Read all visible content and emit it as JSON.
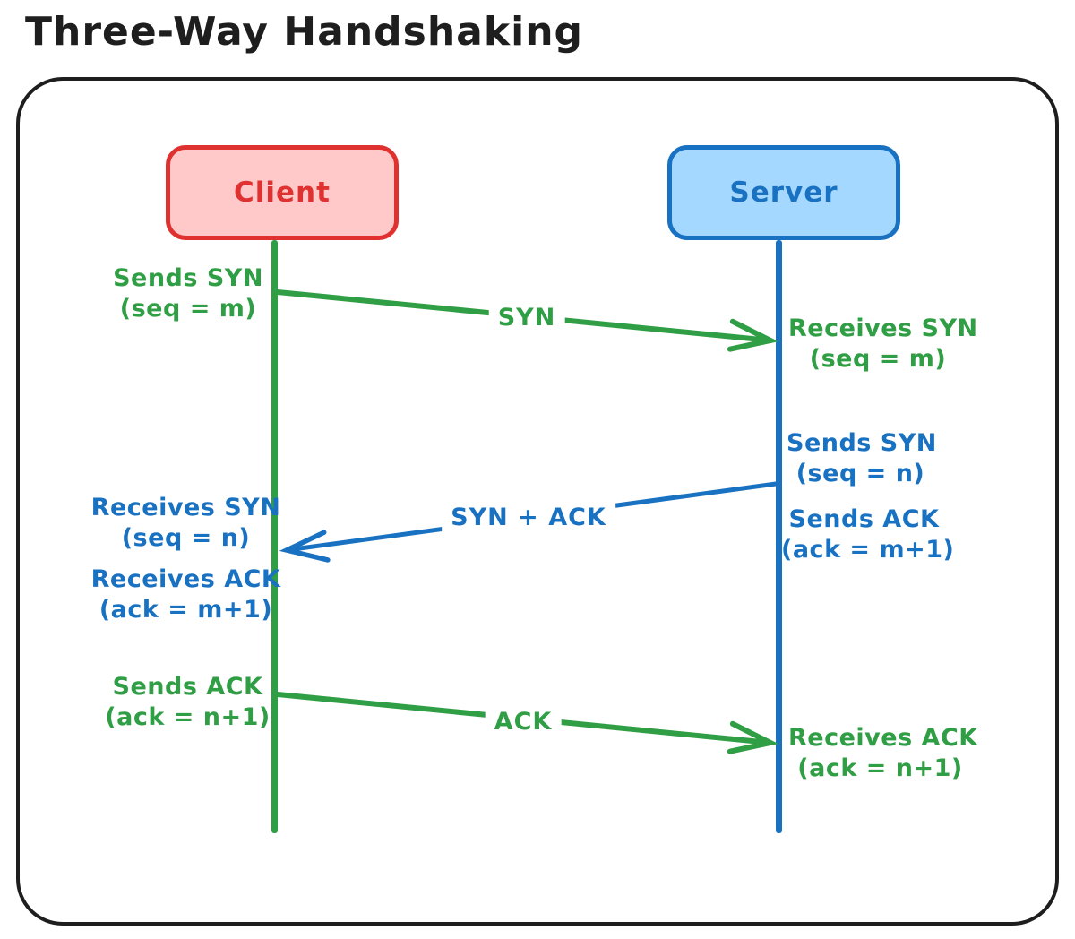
{
  "title": "Three-Way Handshaking",
  "colors": {
    "ink": "#1e1e1e",
    "green": "#2f9e44",
    "blue": "#1971c2",
    "red": "#e03131",
    "client_fill": "#ffc9c9",
    "server_fill": "#a5d8ff"
  },
  "actors": {
    "client": "Client",
    "server": "Server"
  },
  "messages": {
    "syn": {
      "label": "SYN",
      "from": "client",
      "to": "server",
      "color": "#2f9e44"
    },
    "syn_ack": {
      "label": "SYN + ACK",
      "from": "server",
      "to": "client",
      "color": "#1971c2"
    },
    "ack": {
      "label": "ACK",
      "from": "client",
      "to": "server",
      "color": "#2f9e44"
    }
  },
  "annotations": {
    "client_sends_syn": [
      "Sends SYN",
      "(seq = m)"
    ],
    "server_receives_syn": [
      "Receives SYN",
      "(seq = m)"
    ],
    "server_sends_syn": [
      "Sends SYN",
      "(seq = n)"
    ],
    "server_sends_ack": [
      "Sends ACK",
      "(ack = m+1)"
    ],
    "client_receives_syn": [
      "Receives SYN",
      "(seq = n)"
    ],
    "client_receives_ack": [
      "Receives ACK",
      "(ack = m+1)"
    ],
    "client_sends_ack": [
      "Sends ACK",
      "(ack = n+1)"
    ],
    "server_receives_ack": [
      "Receives ACK",
      "(ack = n+1)"
    ]
  }
}
